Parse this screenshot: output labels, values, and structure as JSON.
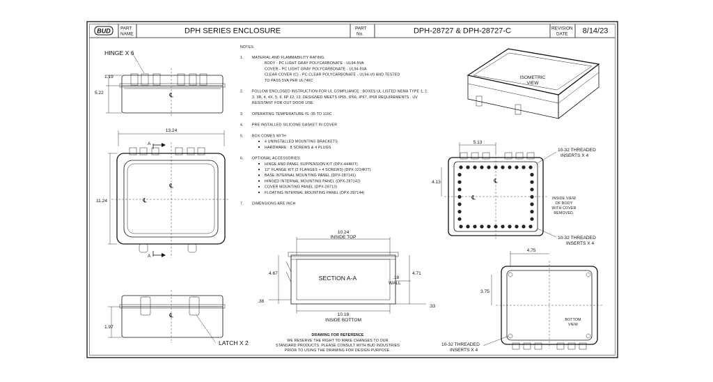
{
  "title_block": {
    "logo": "BUD",
    "part_name_label": "PART NAME",
    "part_name": "DPH SERIES ENCLOSURE",
    "part_no_label": "PART No.",
    "part_no": "DPH-28727 & DPH-28727-C",
    "revision_label": "REVISION DATE",
    "revision_date": "8/14/23"
  },
  "notes": {
    "heading": "NOTES:",
    "items": [
      {
        "num": "1.",
        "lines": [
          "MATERIAL AND FLAMMABILITY RATING.",
          "BODY - PC LIGHT GRAY POLYCARBONATE - UL94-5VA",
          "COVER - PC LIGHT GRAY POLYCARBONATE - UL94-5VA",
          "CLEAR COVER (C) - PC CLEAR POLYCARBONATE - UL94-V0 AND TESTED",
          "TO PASS 5VA PER UL746C"
        ]
      },
      {
        "num": "2.",
        "lines": [
          "FOLLOW ENCLOSED INSTRUCTION FOR UL COMPLIANCE ; BOXES UL LISTED NEMA TYPE 1, 2,",
          "3, 3R, 4, 4X, 5, 6, 6P 12, 13. DESIGNED MEETS IP65, IP66, IP67, IP68 REQUIREMENTS . UV",
          "RESISTANT FOR OUT DOOR USE."
        ]
      },
      {
        "num": "3.",
        "lines": [
          "OPERATING TEMPERATURE IS -35 TO 110C ."
        ],
        "highlight": "#b0003a"
      },
      {
        "num": "4.",
        "lines": [
          "PRE INSTALLED SILICONE GASKET IN COVER"
        ]
      },
      {
        "num": "5.",
        "lines": [
          "BOX COMES WITH"
        ],
        "bullets": [
          "4 UNINSTALLED MOUNTING BRACKETS",
          "HARDWARE : 8 SCREWS & 4 PLUGS"
        ]
      },
      {
        "num": "6.",
        "lines": [
          "OPTIONAL ACCESSORIES:"
        ],
        "bullets": [
          "HINGE AND PANEL SUPPENSION KIT (DPX-444KIT)",
          "12\" FLANGE KIT (2 FLANGES + 4 SCREWS) (DPX-1224KIT)",
          "BASE INTERNAL MOUNTING PANEL (DPX-287141)",
          "HINGED INTERNAL MOUNTING PANEL (DPX-287142)",
          "COVER MOUNTING PANEL (DPX-28713)",
          "FLOATING INTERNAL MOUNTING PANEL (DPX-287144)"
        ]
      },
      {
        "num": "7.",
        "lines": [
          "DIMENSIONS ARE INCH"
        ]
      }
    ]
  },
  "labels": {
    "hinge": "HINGE X 6",
    "latch": "LATCH X 2",
    "isometric": [
      "ISOMETRIC",
      "VIEW"
    ],
    "inside_view": [
      "INSIDE VIEW",
      "OF BODY",
      "WITH COVER",
      "REMOVED."
    ],
    "bottom_view": [
      "BOTTOM",
      "VIEW"
    ],
    "threaded_top": [
      "10-32 THREADED",
      "INSERTS X 4"
    ],
    "threaded_mid": [
      "10-32 THREADED",
      "INSERTS X 4"
    ],
    "threaded_bottom": [
      "10-32 THREADED",
      "INSERTS X 4"
    ],
    "section": "SECTION A-A",
    "wall": "WALL",
    "inside_top": "INSIDE TOP",
    "inside_bottom": "INSIDE BOTTOM",
    "section_marker": "A"
  },
  "dimensions": {
    "top_height": "1.19",
    "overall_height": "5.22",
    "overall_width": "13.24",
    "overall_depth": "11.24",
    "bottom_height": "1.97",
    "inside_top": "10.24",
    "inside_bottom": "10.18",
    "section_left": "4.67",
    "section_right": "4.71",
    "wall": ".18",
    "floor_left": ".38",
    "floor_right": ".33",
    "insert_x_top": "5.13",
    "insert_y_top": "4.13",
    "insert_x_bottom": "4.75",
    "insert_y_bottom": "3.75"
  },
  "footer": {
    "heading": "DRAWING FOR REFERENCE",
    "lines": [
      "WE RESERVE THE RIGHT TO MAKE CHANGES TO OUR",
      "STANDARD PRODUCTS. PLEASE CONSULT WITH BUD INDUSTRIES",
      "PRIOR TO USING THE DRAWING FOR DESIGN PURPOSE."
    ]
  },
  "centerline_symbol": "℄"
}
